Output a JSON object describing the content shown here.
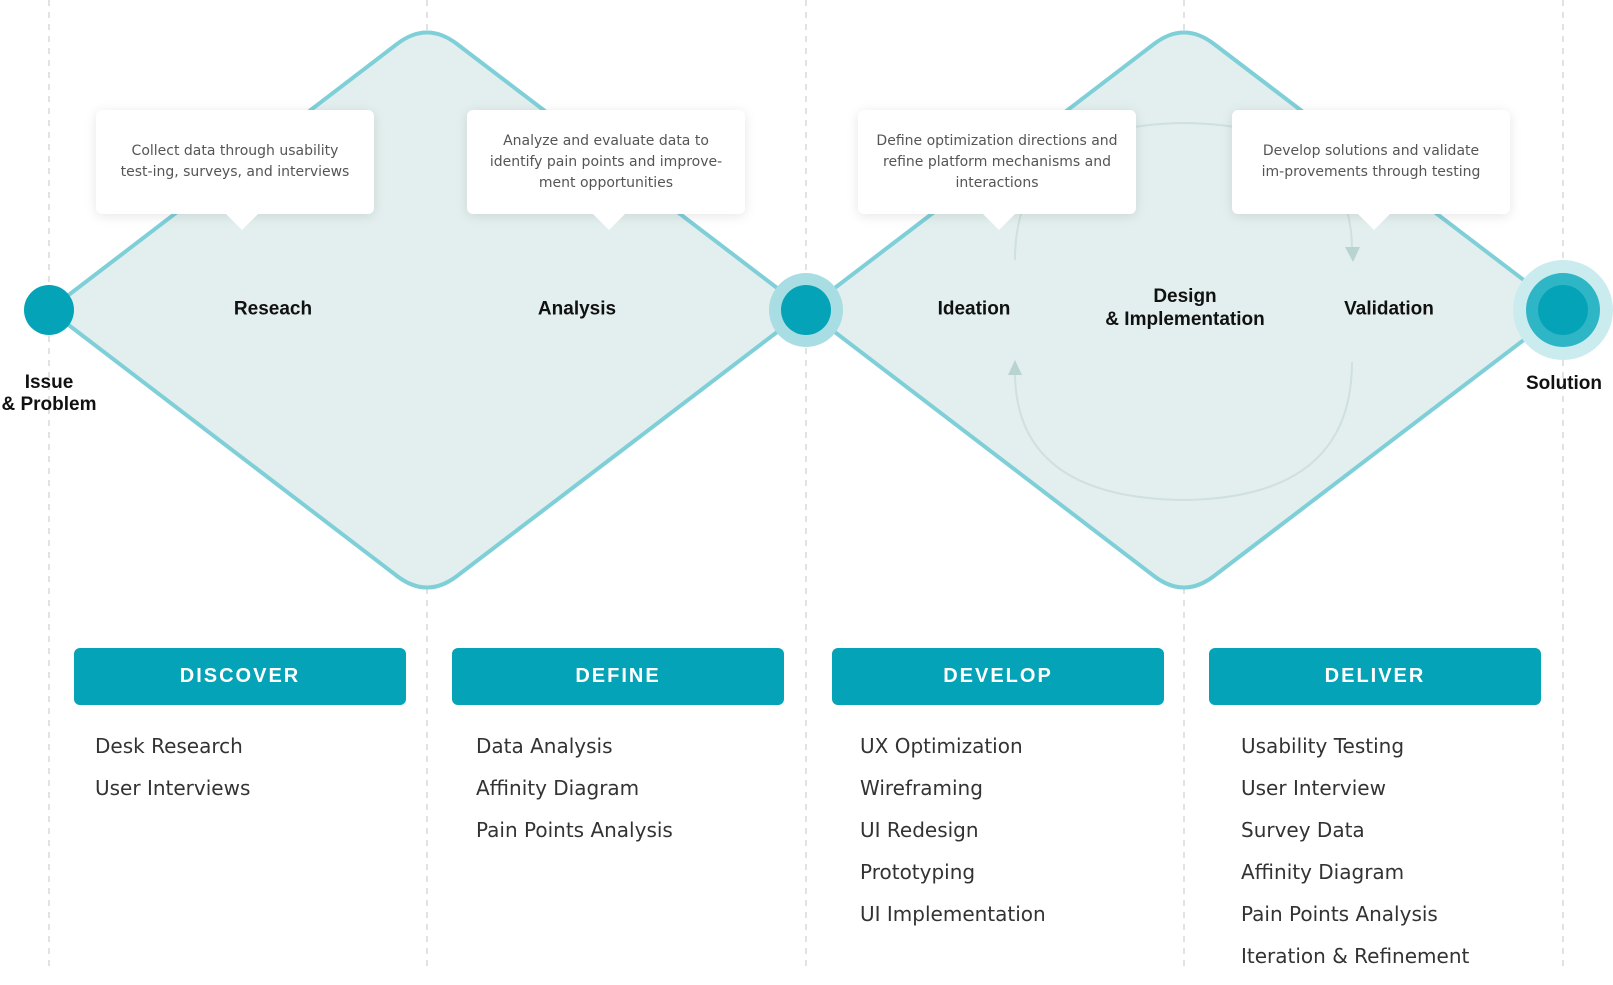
{
  "start_node": {
    "line1": "Issue",
    "line2": "& Problem"
  },
  "end_node": {
    "label": "Solution"
  },
  "stages": {
    "research": "Reseach",
    "analysis": "Analysis",
    "ideation": "Ideation",
    "design_line1": "Design",
    "design_line2": "& Implementation",
    "validation": "Validation"
  },
  "callouts": [
    {
      "text": "Collect data through usability test-ing, surveys, and interviews"
    },
    {
      "text": "Analyze and evaluate data to identify pain points and improve-ment opportunities"
    },
    {
      "text": "Define optimization directions and refine platform mechanisms and interactions"
    },
    {
      "text": "Develop solutions and validate im-provements through testing"
    }
  ],
  "phases": [
    {
      "label": "DISCOVER",
      "methods": [
        "Desk Research",
        "User Interviews"
      ]
    },
    {
      "label": "DEFINE",
      "methods": [
        "Data Analysis",
        "Affinity Diagram",
        "Pain Points Analysis"
      ]
    },
    {
      "label": "DEVELOP",
      "methods": [
        "UX Optimization",
        "Wireframing",
        "UI Redesign",
        "Prototyping",
        "UI Implementation"
      ]
    },
    {
      "label": "DELIVER",
      "methods": [
        "Usability Testing",
        "User Interview",
        "Survey Data",
        "Affinity Diagram",
        "Pain Points Analysis",
        "Iteration & Refinement"
      ]
    }
  ],
  "colors": {
    "accent": "#05a3b7",
    "diamond_fill": "#e2efee",
    "diamond_stroke": "#7fcfd9",
    "guide_line": "#d9d9d9"
  }
}
